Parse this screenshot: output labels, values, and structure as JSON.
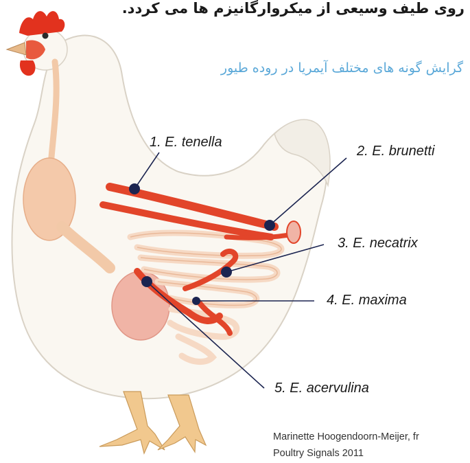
{
  "header": {
    "top_text": "روی طیف وسیعی از میکروارگانیزم ها می کردد.",
    "subtitle": "گرایش گونه های مختلف آیمریا در روده طیور"
  },
  "species": [
    {
      "label": "1.  E. tenella"
    },
    {
      "label": "2.  E. brunetti"
    },
    {
      "label": "3.  E. necatrix"
    },
    {
      "label": "4.  E. maxima"
    },
    {
      "label": "5.  E. acervulina"
    }
  ],
  "credit": {
    "line1": "Marinette Hoogendoorn-Meijer, fr",
    "line2": "Poultry Signals 2011"
  },
  "colors": {
    "marker": "#1b2450",
    "intestine_red": "#e2452a",
    "intestine_pale": "#f6d9c4",
    "subtitle_blue": "#5aa8d8"
  }
}
